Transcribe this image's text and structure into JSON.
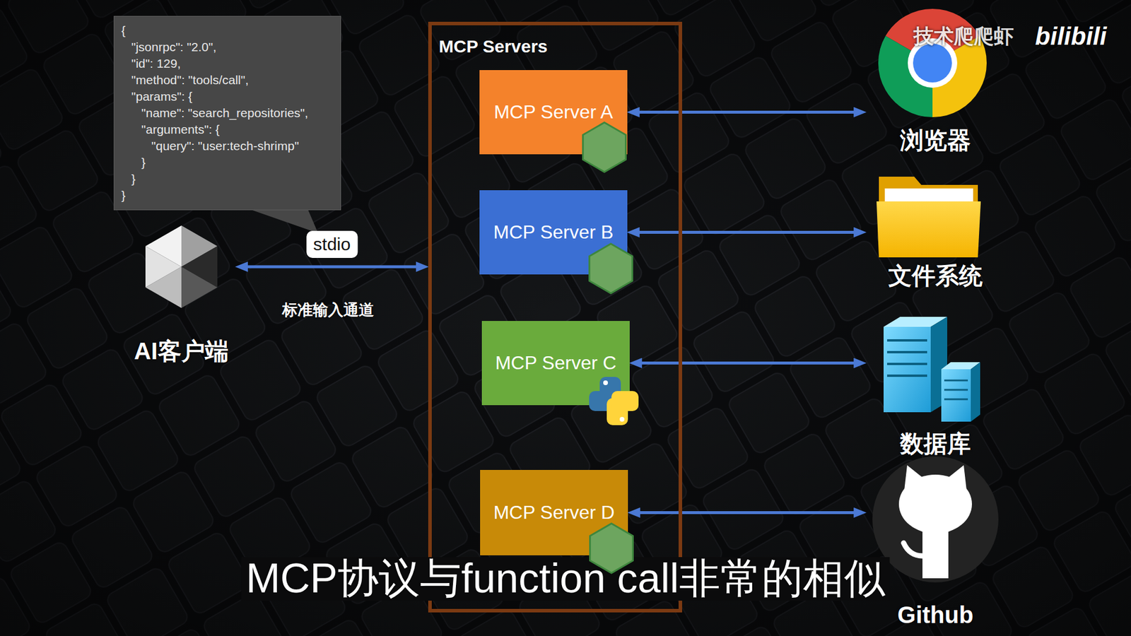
{
  "diagram": {
    "caption": "MCP协议与function call非常的相似",
    "nodes": [
      {
        "text": [
          "{",
          "\"jsonrpc\": \"2.0\",",
          "\"id\": 129,",
          "\"method\": \"tools/call\",",
          "\"params\": {",
          "\"name\": \"search_repositories\",",
          "\"arguments\": {",
          "\"query\": \"user:tech-shrimp\"",
          "}",
          "}",
          "}"
        ]
      },
      {
        "text": [
          "AI客户端"
        ]
      },
      {
        "text": [
          "MCP Servers"
        ]
      },
      {
        "text": [
          "MCP Server A"
        ],
        "in": 2
      },
      {
        "text": [
          "MCP Server B"
        ],
        "in": 2
      },
      {
        "text": [
          "MCP Server C"
        ],
        "in": 2
      },
      {
        "text": [
          "MCP Server D"
        ],
        "in": 2
      },
      {
        "text": [
          "浏览器"
        ]
      },
      {
        "text": [
          "文件系统"
        ]
      },
      {
        "text": [
          "数据库"
        ]
      },
      {
        "text": [
          "Github"
        ]
      }
    ],
    "edges": [
      {
        "from": 1,
        "to": 2,
        "label": "stdio",
        "arrow": "both"
      },
      {
        "from": 3,
        "to": 7,
        "arrow": "both"
      },
      {
        "from": 4,
        "to": 8,
        "arrow": "both"
      },
      {
        "from": 5,
        "to": 9,
        "arrow": "both"
      },
      {
        "from": 6,
        "to": 10,
        "arrow": "both"
      }
    ],
    "labels": [
      "标准输入通道",
      "node",
      "node",
      "node",
      "技术爬爬虾",
      "bilibili"
    ]
  }
}
